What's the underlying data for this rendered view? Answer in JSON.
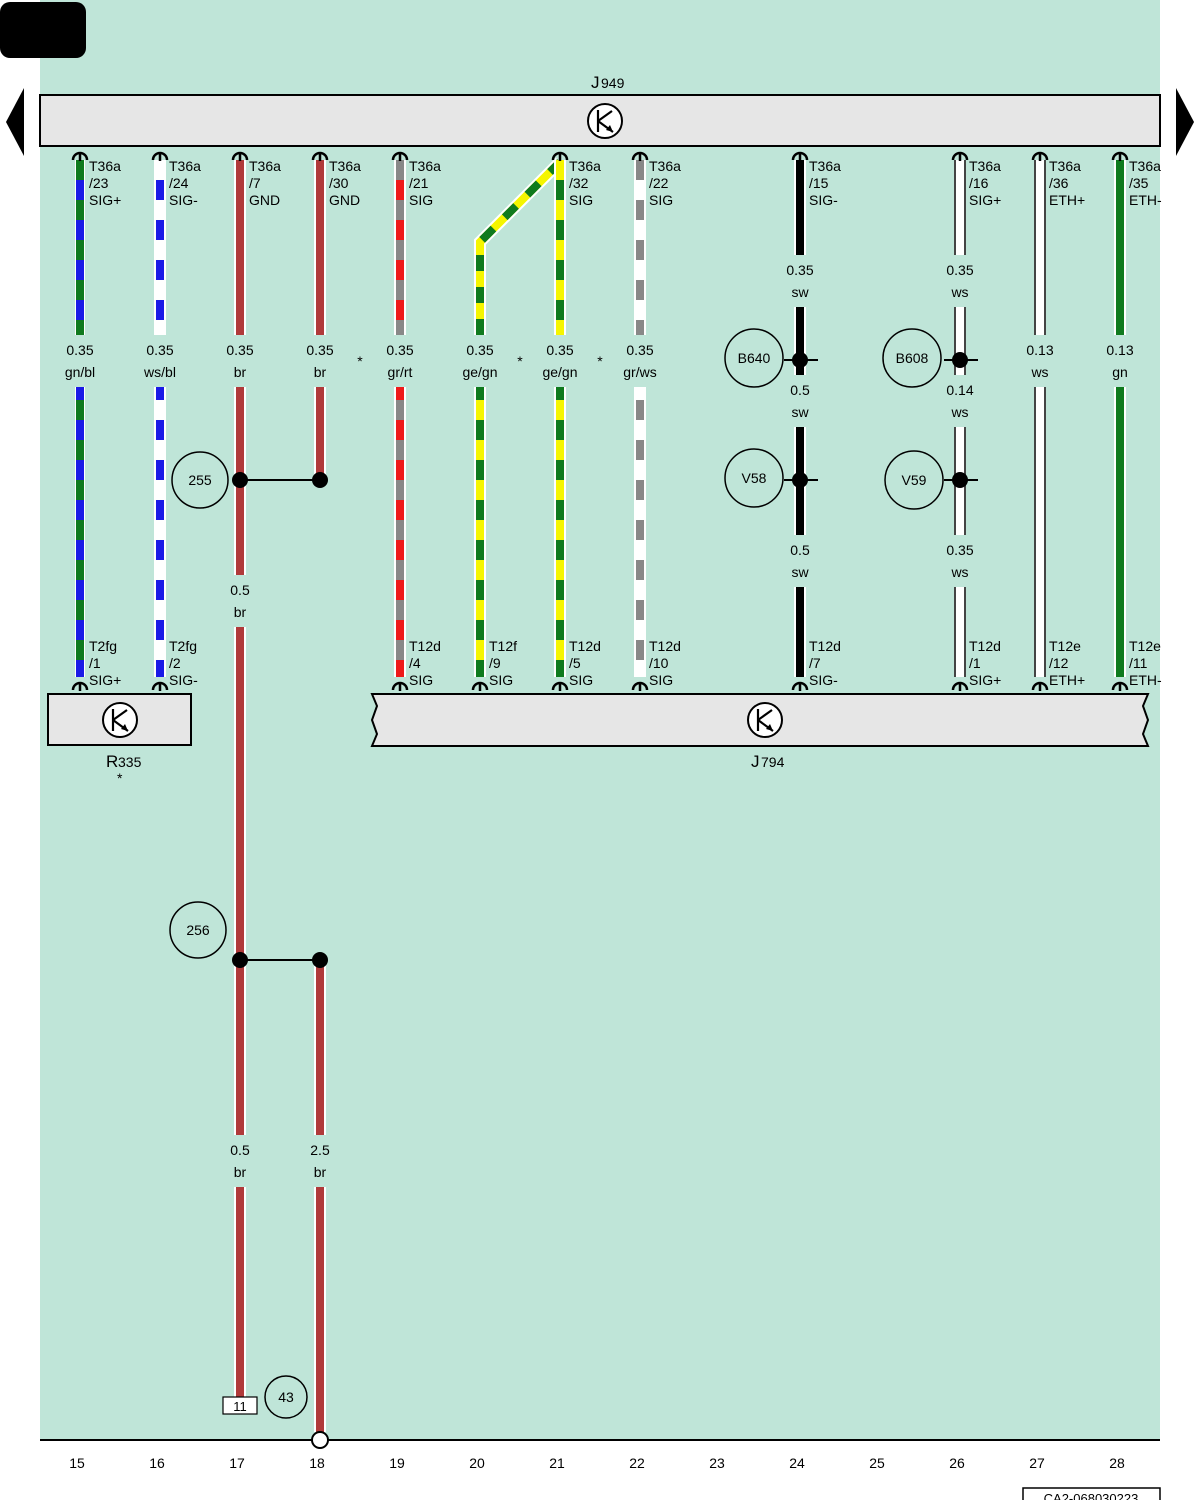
{
  "colors": {
    "background": "#bfe5d8",
    "component_fill": "#e6e6e6",
    "br": "#b03a3a",
    "gn": "#0f7a1e",
    "bl": "#1a1ae6",
    "ws": "#ffffff",
    "sw": "#000000",
    "rt": "#ee1a1a",
    "gr": "#888888",
    "ge": "#f5f500"
  },
  "nav": {
    "prev_icon": "triangle-left-icon",
    "next_icon": "triangle-right-icon"
  },
  "components": {
    "j949": {
      "letter": "J",
      "sub": "949",
      "icon": "control-unit-icon"
    },
    "r335": {
      "letter": "R",
      "sub": "335",
      "note": "*",
      "icon": "control-unit-icon"
    },
    "j794": {
      "letter": "J",
      "sub": "794",
      "icon": "control-unit-icon"
    }
  },
  "top_pins": [
    {
      "conn": "T36a",
      "pin": "/23",
      "signal": "SIG+"
    },
    {
      "conn": "T36a",
      "pin": "/24",
      "signal": "SIG-"
    },
    {
      "conn": "T36a",
      "pin": "/7",
      "signal": "GND"
    },
    {
      "conn": "T36a",
      "pin": "/30",
      "signal": "GND"
    },
    {
      "conn": "T36a",
      "pin": "/21",
      "signal": "SIG"
    },
    {
      "conn": "T36a",
      "pin": "/32",
      "signal": "SIG"
    },
    {
      "conn": "T36a",
      "pin": "/22",
      "signal": "SIG"
    },
    {
      "conn": "T36a",
      "pin": "/15",
      "signal": "SIG-"
    },
    {
      "conn": "T36a",
      "pin": "/16",
      "signal": "SIG+"
    },
    {
      "conn": "T36a",
      "pin": "/36",
      "signal": "ETH+"
    },
    {
      "conn": "T36a",
      "pin": "/35",
      "signal": "ETH-"
    }
  ],
  "bottom_pins": [
    {
      "conn": "T2fg",
      "pin": "/1",
      "signal": "SIG+"
    },
    {
      "conn": "T2fg",
      "pin": "/2",
      "signal": "SIG-"
    },
    {
      "conn": "T12d",
      "pin": "/4",
      "signal": "SIG"
    },
    {
      "conn": "T12f",
      "pin": "/9",
      "signal": "SIG"
    },
    {
      "conn": "T12d",
      "pin": "/5",
      "signal": "SIG"
    },
    {
      "conn": "T12d",
      "pin": "/10",
      "signal": "SIG"
    },
    {
      "conn": "T12d",
      "pin": "/7",
      "signal": "SIG-"
    },
    {
      "conn": "T12d",
      "pin": "/1",
      "signal": "SIG+"
    },
    {
      "conn": "T12e",
      "pin": "/12",
      "signal": "ETH+"
    },
    {
      "conn": "T12e",
      "pin": "/11",
      "signal": "ETH-"
    }
  ],
  "wire_labels": [
    {
      "size": "0.35",
      "color": "gn/bl"
    },
    {
      "size": "0.35",
      "color": "ws/bl"
    },
    {
      "size": "0.35",
      "color": "br"
    },
    {
      "size": "0.35",
      "color": "br"
    },
    {
      "size": "0.35",
      "color": "gr/rt"
    },
    {
      "size": "0.35",
      "color": "ge/gn"
    },
    {
      "size": "0.35",
      "color": "ge/gn"
    },
    {
      "size": "0.35",
      "color": "gr/ws"
    },
    {
      "size": "0.35",
      "color": "sw"
    },
    {
      "size": "0.35",
      "color": "ws"
    },
    {
      "size": "0.5",
      "color": "sw"
    },
    {
      "size": "0.14",
      "color": "ws"
    },
    {
      "size": "0.5",
      "color": "sw"
    },
    {
      "size": "0.35",
      "color": "ws"
    },
    {
      "size": "0.13",
      "color": "ws"
    },
    {
      "size": "0.13",
      "color": "gn"
    },
    {
      "size": "0.5",
      "color": "br"
    },
    {
      "size": "0.5",
      "color": "br"
    },
    {
      "size": "2.5",
      "color": "br"
    }
  ],
  "asterisks": [
    "*",
    "*",
    "*"
  ],
  "references": [
    "255",
    "256",
    "43",
    "B640",
    "B608",
    "V58",
    "V59"
  ],
  "ground_point": "11",
  "tracks": [
    "15",
    "16",
    "17",
    "18",
    "19",
    "20",
    "21",
    "22",
    "23",
    "24",
    "25",
    "26",
    "27",
    "28"
  ],
  "doc_id": "CA2-068030223"
}
